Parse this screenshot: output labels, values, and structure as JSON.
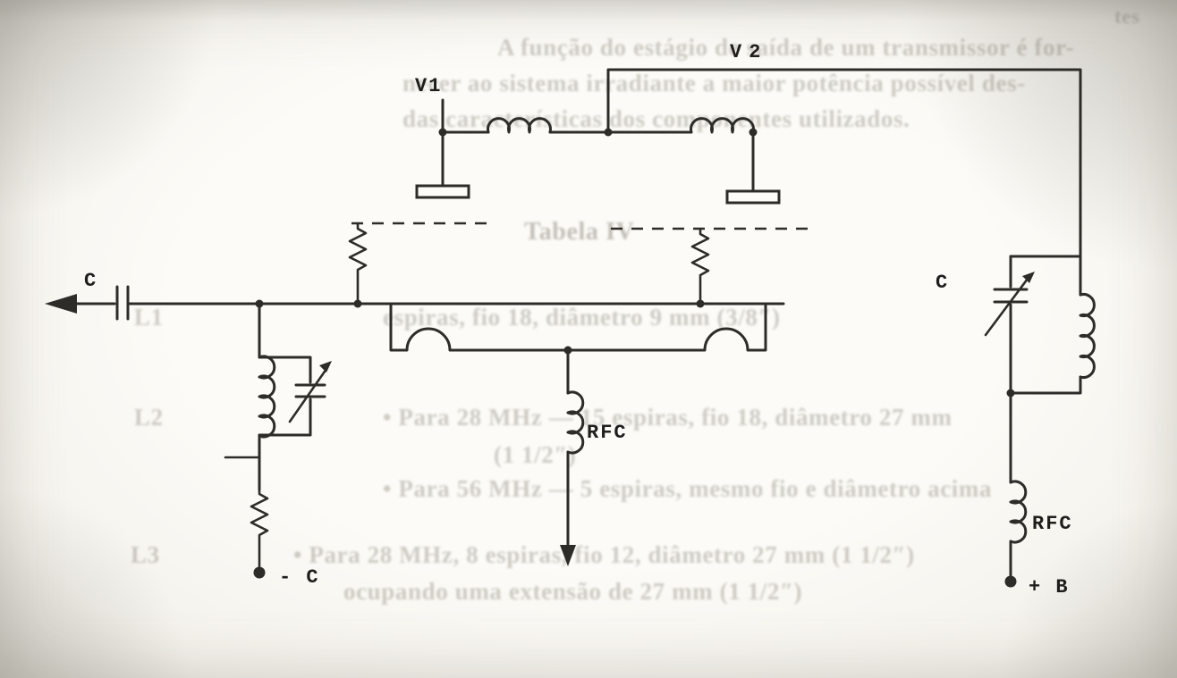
{
  "schematic": {
    "labels": {
      "v1": "V1",
      "v2": "V2",
      "c_output": "C",
      "c_tank": "C",
      "rfc_center": "RFC",
      "rfc_supply": "RFC",
      "bias_terminal": "- C",
      "supply_terminal": "+ B"
    },
    "colors": {
      "ink": "#2e2c29",
      "paper": "#fcfbf7"
    }
  },
  "bleedthrough": {
    "lines": [
      {
        "text": "tes"
      },
      {
        "text": "A função do estágio de saída de um transmissor é for-"
      },
      {
        "text": "necer ao sistema irradiante a maior potência possível des-"
      },
      {
        "text": "das características dos componentes utilizados."
      },
      {
        "text": "Tabela IV"
      },
      {
        "text": "L1"
      },
      {
        "text": "espiras, fio 18, diâmetro 9 mm (3/8″)"
      },
      {
        "text": "L2"
      },
      {
        "text": "• Para 28 MHz — 15 espiras, fio 18, diâmetro 27 mm"
      },
      {
        "text": "(1 1/2″)"
      },
      {
        "text": "• Para 56 MHz — 5 espiras, mesmo fio e diâmetro acima"
      },
      {
        "text": "L3"
      },
      {
        "text": "• Para 28 MHz, 8 espiras, fio 12, diâmetro 27 mm (1 1/2″)"
      },
      {
        "text": "ocupando uma extensão de 27 mm (1 1/2″)"
      }
    ]
  }
}
